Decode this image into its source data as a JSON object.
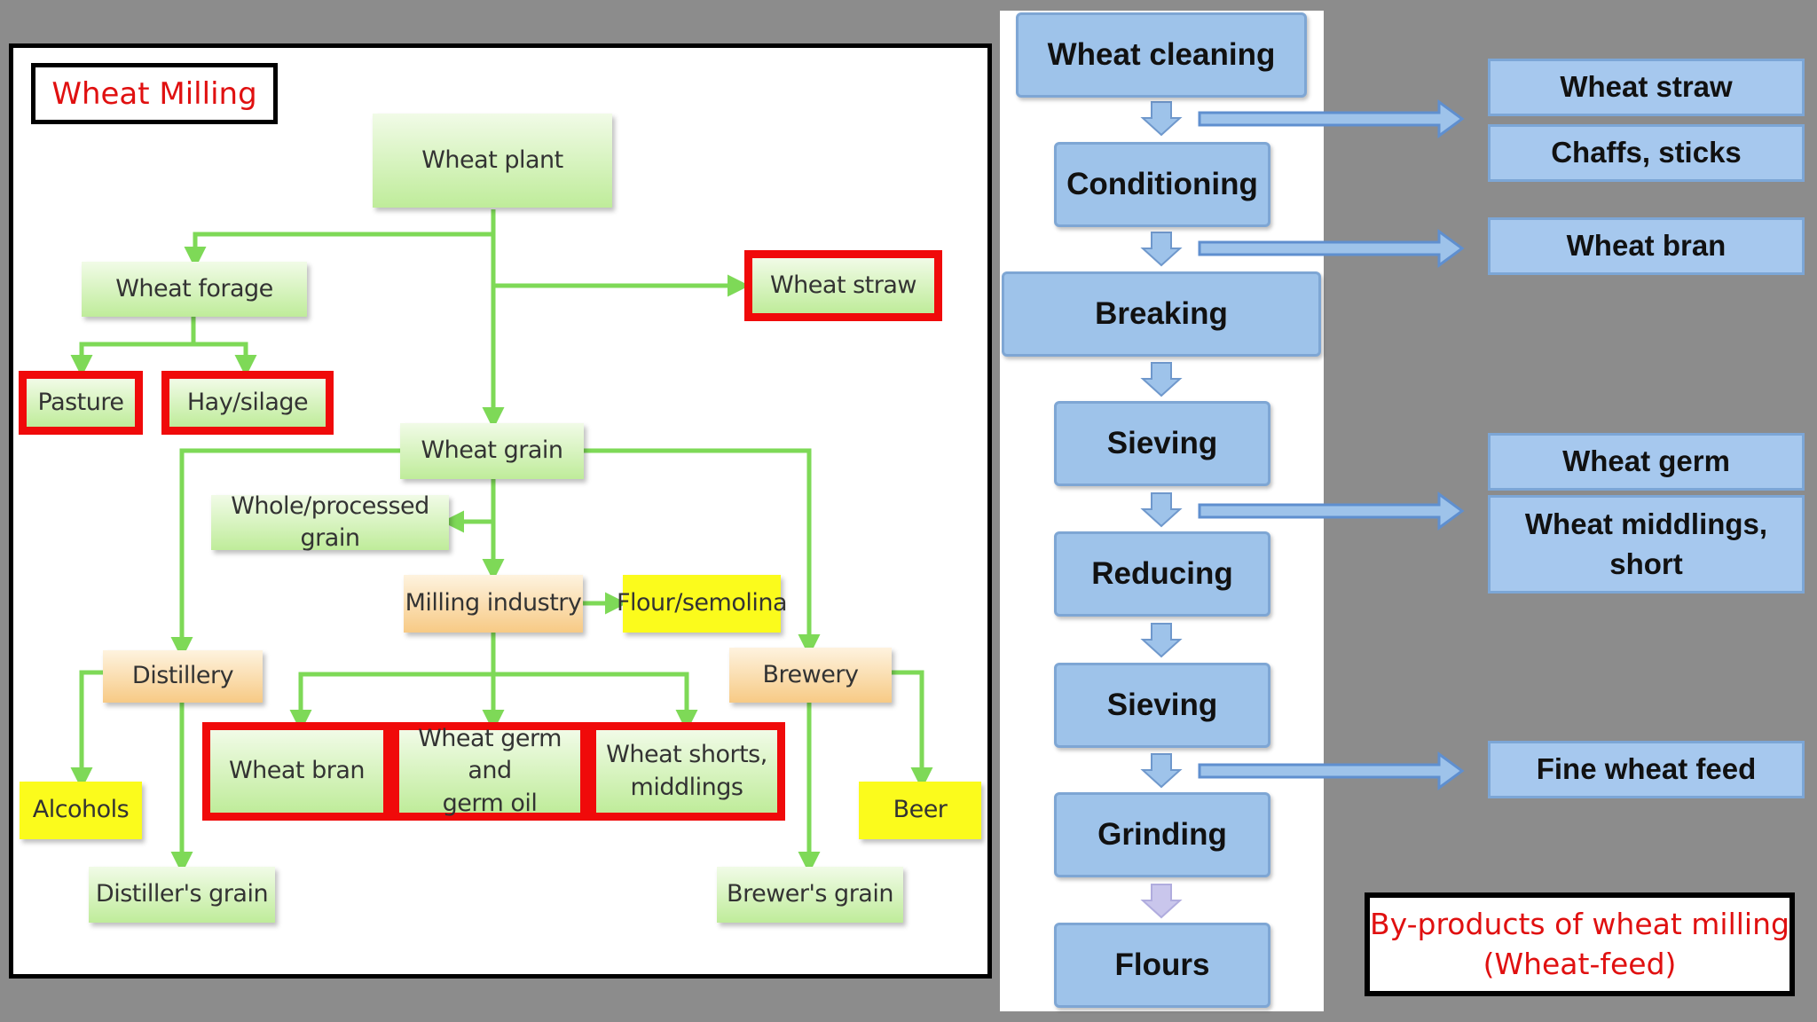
{
  "left_diagram": {
    "title": "Wheat Milling",
    "nodes": {
      "wheat_plant": "Wheat plant",
      "wheat_forage": "Wheat forage",
      "wheat_straw": "Wheat straw",
      "pasture": "Pasture",
      "hay_silage": "Hay/silage",
      "wheat_grain": "Wheat grain",
      "whole_processed_grain": "Whole/processed grain",
      "milling_industry": "Milling industry",
      "flour_semolina": "Flour/semolina",
      "distillery": "Distillery",
      "brewery": "Brewery",
      "wheat_bran": "Wheat bran",
      "wheat_germ_oil_line1": "Wheat germ and",
      "wheat_germ_oil_line2": "germ oil",
      "wheat_shorts_line1": "Wheat shorts,",
      "wheat_shorts_line2": "middlings",
      "alcohols": "Alcohols",
      "beer": "Beer",
      "distillers_grain": "Distiller's grain",
      "brewers_grain": "Brewer's grain"
    }
  },
  "process_steps": [
    "Wheat cleaning",
    "Conditioning",
    "Breaking",
    "Sieving",
    "Reducing",
    "Sieving",
    "Grinding",
    "Flours"
  ],
  "by_products": {
    "wheat_straw": "Wheat straw",
    "chaffs_sticks": "Chaffs, sticks",
    "wheat_bran": "Wheat bran",
    "wheat_germ": "Wheat germ",
    "wheat_middlings_line1": "Wheat middlings,",
    "wheat_middlings_line2": "short",
    "fine_wheat_feed": "Fine wheat feed"
  },
  "right_title": {
    "line1": "By-products of wheat milling",
    "line2": "(Wheat-feed)"
  },
  "colors": {
    "highlight": "#f00a0a",
    "green_node": "#bfec9a",
    "orange_node": "#f7ca85",
    "yellow_node": "#fbfb1c",
    "step_blue": "#9ec3ea",
    "title_red": "#e01010"
  }
}
